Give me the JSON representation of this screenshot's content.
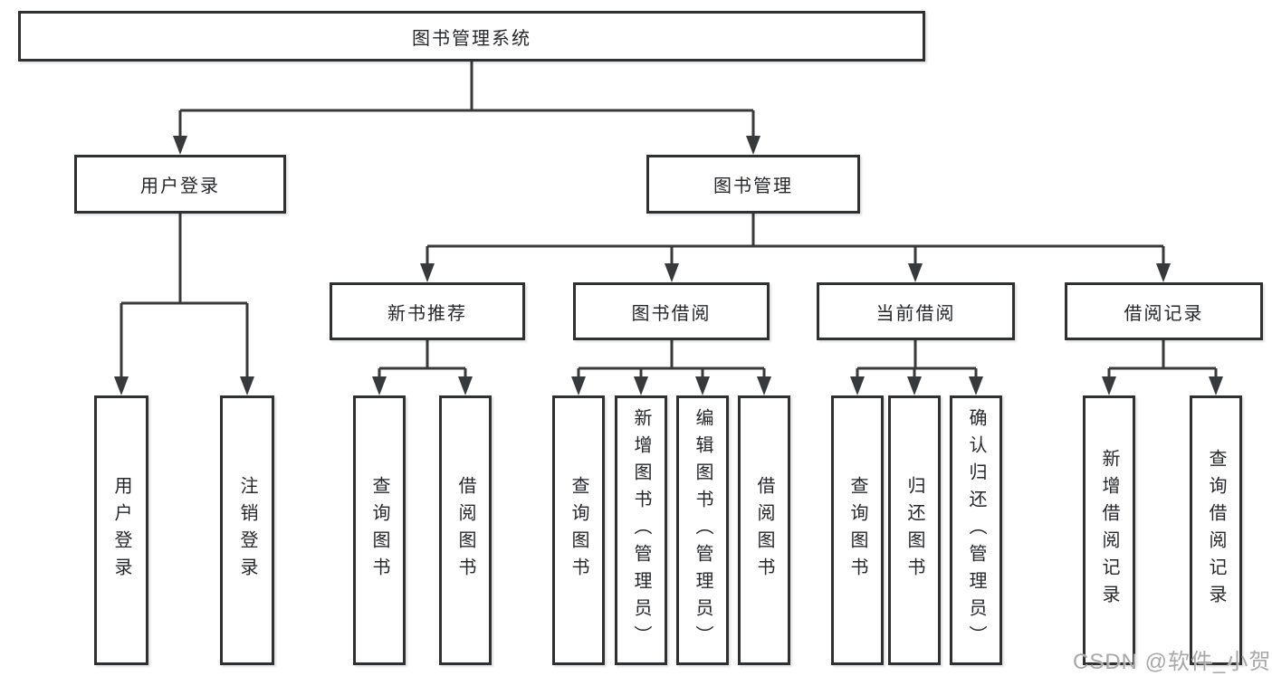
{
  "diagram": {
    "root": {
      "label": "图书管理系统"
    },
    "branches": [
      {
        "label": "用户登录",
        "children": [
          {
            "label": "用户登录"
          },
          {
            "label": "注销登录"
          }
        ]
      },
      {
        "label": "图书管理",
        "children": [
          {
            "label": "新书推荐",
            "children": [
              {
                "label": "查询图书"
              },
              {
                "label": "借阅图书"
              }
            ]
          },
          {
            "label": "图书借阅",
            "children": [
              {
                "label": "查询图书"
              },
              {
                "label": "新增图书（管理员）"
              },
              {
                "label": "编辑图书（管理员）"
              },
              {
                "label": "借阅图书"
              }
            ]
          },
          {
            "label": "当前借阅",
            "children": [
              {
                "label": "查询图书"
              },
              {
                "label": "归还图书"
              },
              {
                "label": "确认归还（管理员）"
              }
            ]
          },
          {
            "label": "借阅记录",
            "children": [
              {
                "label": "新增借阅记录"
              },
              {
                "label": "查询借阅记录"
              }
            ]
          }
        ]
      }
    ]
  },
  "watermark": {
    "text": "CSDN @软件_小贺同学"
  },
  "colors": {
    "line": "#38393b",
    "box_border": "#2f3032",
    "text": "#26272a",
    "background": "#ffffff",
    "watermark": "#a8a8a8"
  }
}
